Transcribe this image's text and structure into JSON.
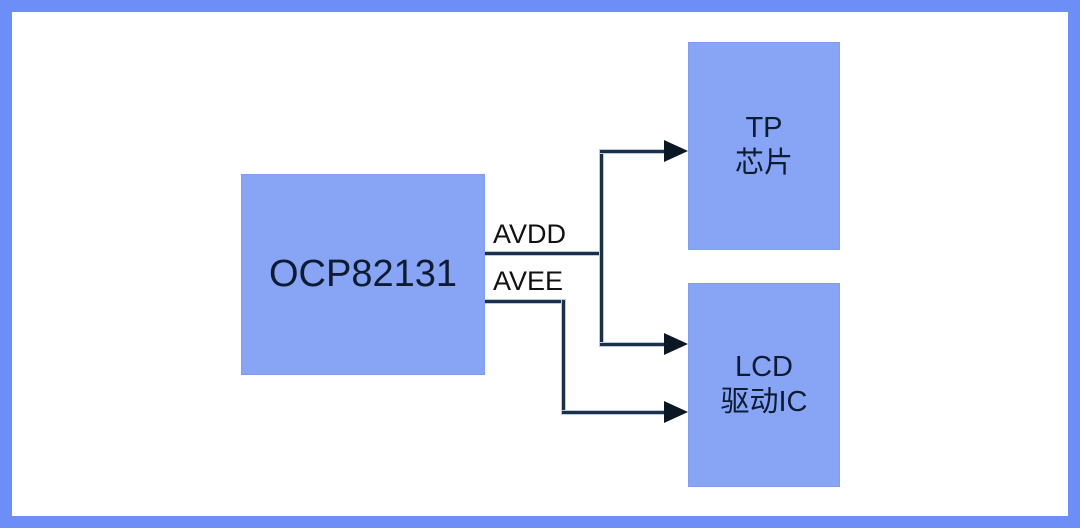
{
  "diagram": {
    "title": "OCP82131 power distribution block diagram",
    "frame_color": "#6d8df7",
    "block_fill": "#87a4f5",
    "wire_color": "#1d2f45",
    "wire_halo_color": "#b7cbe8",
    "blocks": [
      {
        "id": "main",
        "name": "OCP82131",
        "lines": [
          "OCP82131"
        ]
      },
      {
        "id": "tp",
        "name": "TP chip",
        "lines": [
          "TP",
          "芯片"
        ]
      },
      {
        "id": "lcd",
        "name": "LCD driver IC",
        "lines": [
          "LCD",
          "驱动IC"
        ]
      }
    ],
    "pins": [
      {
        "id": "avdd",
        "label": "AVDD"
      },
      {
        "id": "avee",
        "label": "AVEE"
      }
    ],
    "connections": [
      {
        "from": "avdd",
        "to": "tp"
      },
      {
        "from": "avdd",
        "to": "lcd"
      },
      {
        "from": "avee",
        "to": "lcd"
      }
    ]
  }
}
